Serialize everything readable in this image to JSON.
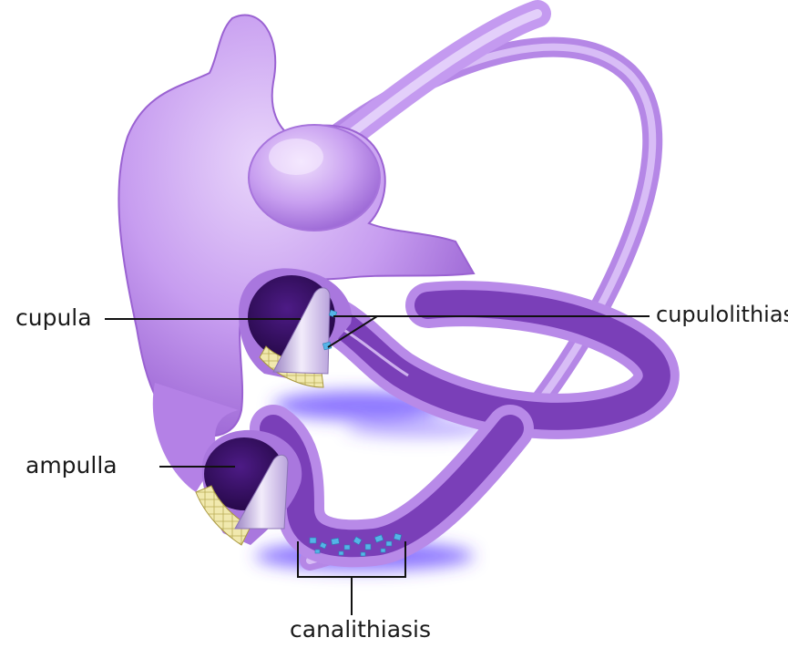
{
  "labels": {
    "cupula": "cupula",
    "ampulla": "ampulla",
    "cupulolithiasis": "cupulolithiasis",
    "canalithiasis": "canalithiasis"
  },
  "colors": {
    "membrane": "#c39be6",
    "membrane_dark": "#8a52c4",
    "canal_lumen": "#7a3fb8",
    "ampulla_interior": "#3a1466",
    "cupula": "#d7c8ec",
    "crista": "#efe6a6",
    "crystal": "#55b4e8",
    "glow": "#5a3cff",
    "leader_line": "#111111"
  }
}
